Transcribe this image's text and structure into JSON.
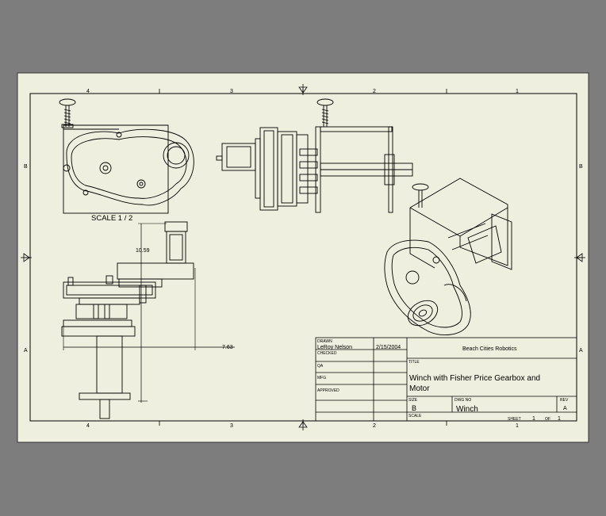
{
  "colors": {
    "background": "#7d7d7d",
    "paper": "#efefdf",
    "ink": "#000000"
  },
  "zone_labels": {
    "top": [
      "4",
      "3",
      "2",
      "1"
    ],
    "bottom": [
      "4",
      "3",
      "2",
      "1"
    ],
    "left": [
      "B",
      "A"
    ],
    "right": [
      "B",
      "A"
    ]
  },
  "views": {
    "scale_label": "SCALE 1 / 2",
    "dim_vertical": "10.59",
    "dim_horizontal": "7.63"
  },
  "title_block": {
    "drawn_label": "DRAWN",
    "drawn_name": "LeRoy Nelson",
    "drawn_date": "2/15/2004",
    "checked_label": "CHECKED",
    "qa_label": "QA",
    "mfg_label": "MFG",
    "approved_label": "APPROVED",
    "company": "Beach Cities Robotics",
    "title_label": "TITLE",
    "title_line1": "Winch with Fisher Price Gearbox and",
    "title_line2": "Motor",
    "size_label": "SIZE",
    "size_value": "B",
    "dwg_label": "DWG NO",
    "dwg_value": "Winch",
    "rev_label": "REV",
    "rev_value": "A",
    "scale_label": "SCALE",
    "sheet_label": "SHEET",
    "sheet_value": "1",
    "of_label": "OF",
    "of_value": "1"
  }
}
